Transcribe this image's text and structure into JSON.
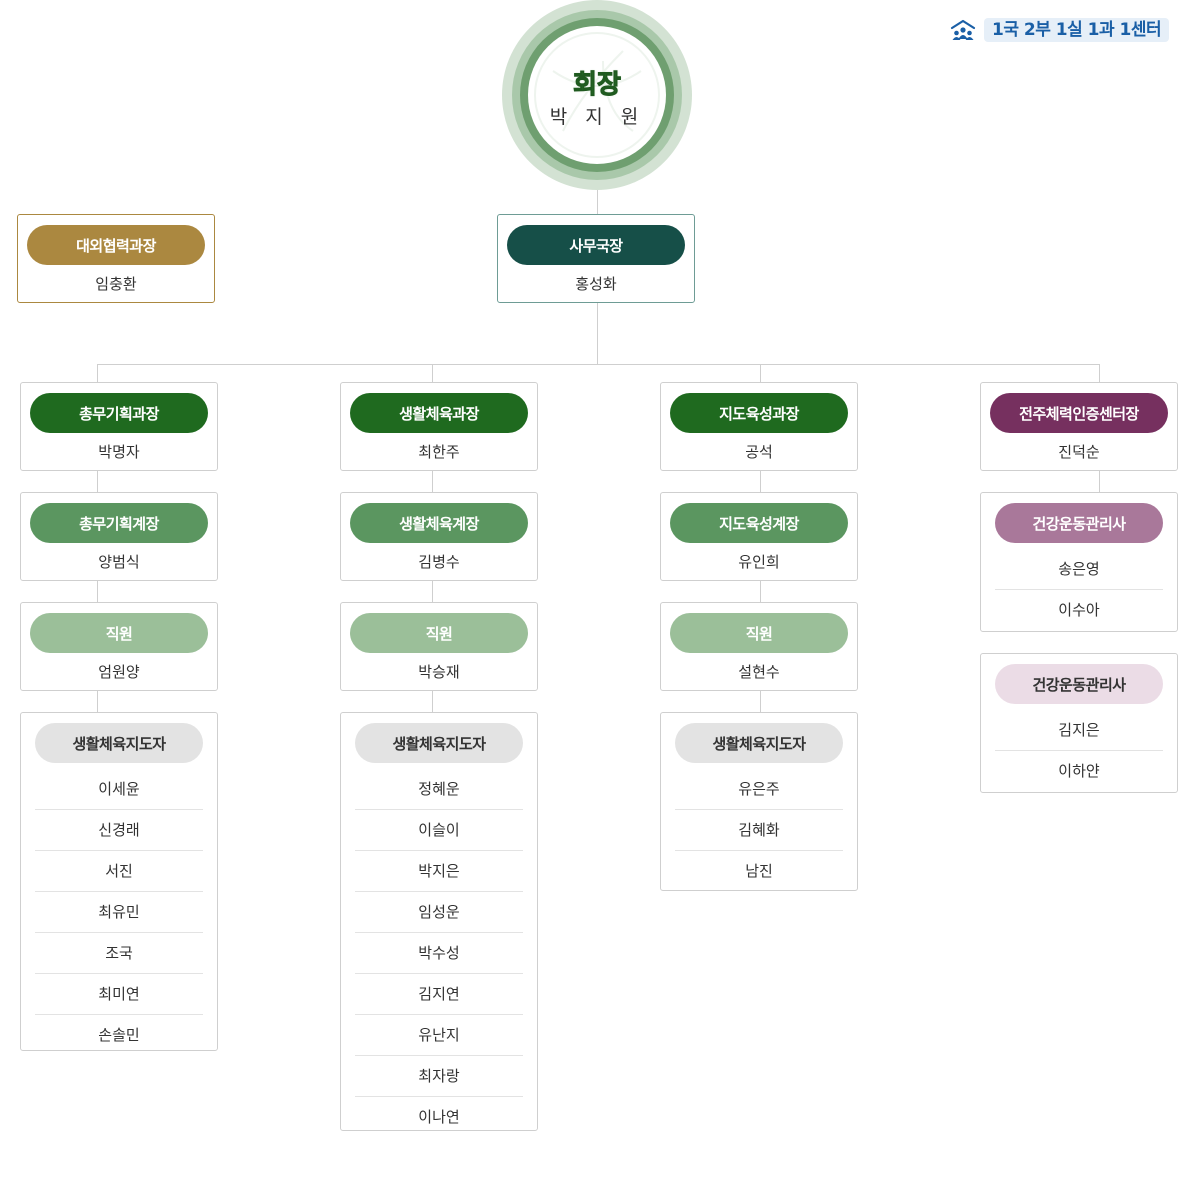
{
  "badge": {
    "text": "1국 2부 1실 1과 1센터"
  },
  "president": {
    "title": "회장",
    "name": "박 지 원"
  },
  "external": {
    "title": "대외협력과장",
    "name": "임충환"
  },
  "secretary": {
    "title": "사무국장",
    "name": "홍성화"
  },
  "colors": {
    "external": "#ab8840",
    "secretary": "#164f48",
    "dark_green": "#1f6a1f",
    "mid_green": "#5b9660",
    "light_green": "#9bbf99",
    "leader_gray": "#e3e3e3",
    "center": "#76305f",
    "center_mid": "#a9789a",
    "center_light": "#ebdce6"
  },
  "columns": [
    {
      "head": {
        "title": "총무기획과장",
        "name": "박명자"
      },
      "sub": {
        "title": "총무기획계장",
        "name": "양범식"
      },
      "staff": {
        "title": "직원",
        "name": "엄원양"
      },
      "leaders": {
        "title": "생활체육지도자",
        "names": [
          "이세윤",
          "신경래",
          "서진",
          "최유민",
          "조국",
          "최미연",
          "손솔민"
        ]
      }
    },
    {
      "head": {
        "title": "생활체육과장",
        "name": "최한주"
      },
      "sub": {
        "title": "생활체육계장",
        "name": "김병수"
      },
      "staff": {
        "title": "직원",
        "name": "박승재"
      },
      "leaders": {
        "title": "생활체육지도자",
        "names": [
          "정혜운",
          "이슬이",
          "박지은",
          "임성운",
          "박수성",
          "김지연",
          "유난지",
          "최자랑",
          "이나연"
        ]
      }
    },
    {
      "head": {
        "title": "지도육성과장",
        "name": "공석"
      },
      "sub": {
        "title": "지도육성계장",
        "name": "유인희"
      },
      "staff": {
        "title": "직원",
        "name": "설현수"
      },
      "leaders": {
        "title": "생활체육지도자",
        "names": [
          "유은주",
          "김혜화",
          "남진"
        ]
      }
    },
    {
      "head": {
        "title": "전주체력인증센터장",
        "name": "진덕순"
      },
      "managers1": {
        "title": "건강운동관리사",
        "names": [
          "송은영",
          "이수아"
        ]
      },
      "managers2": {
        "title": "건강운동관리사",
        "names": [
          "김지은",
          "이하얀"
        ]
      }
    }
  ]
}
